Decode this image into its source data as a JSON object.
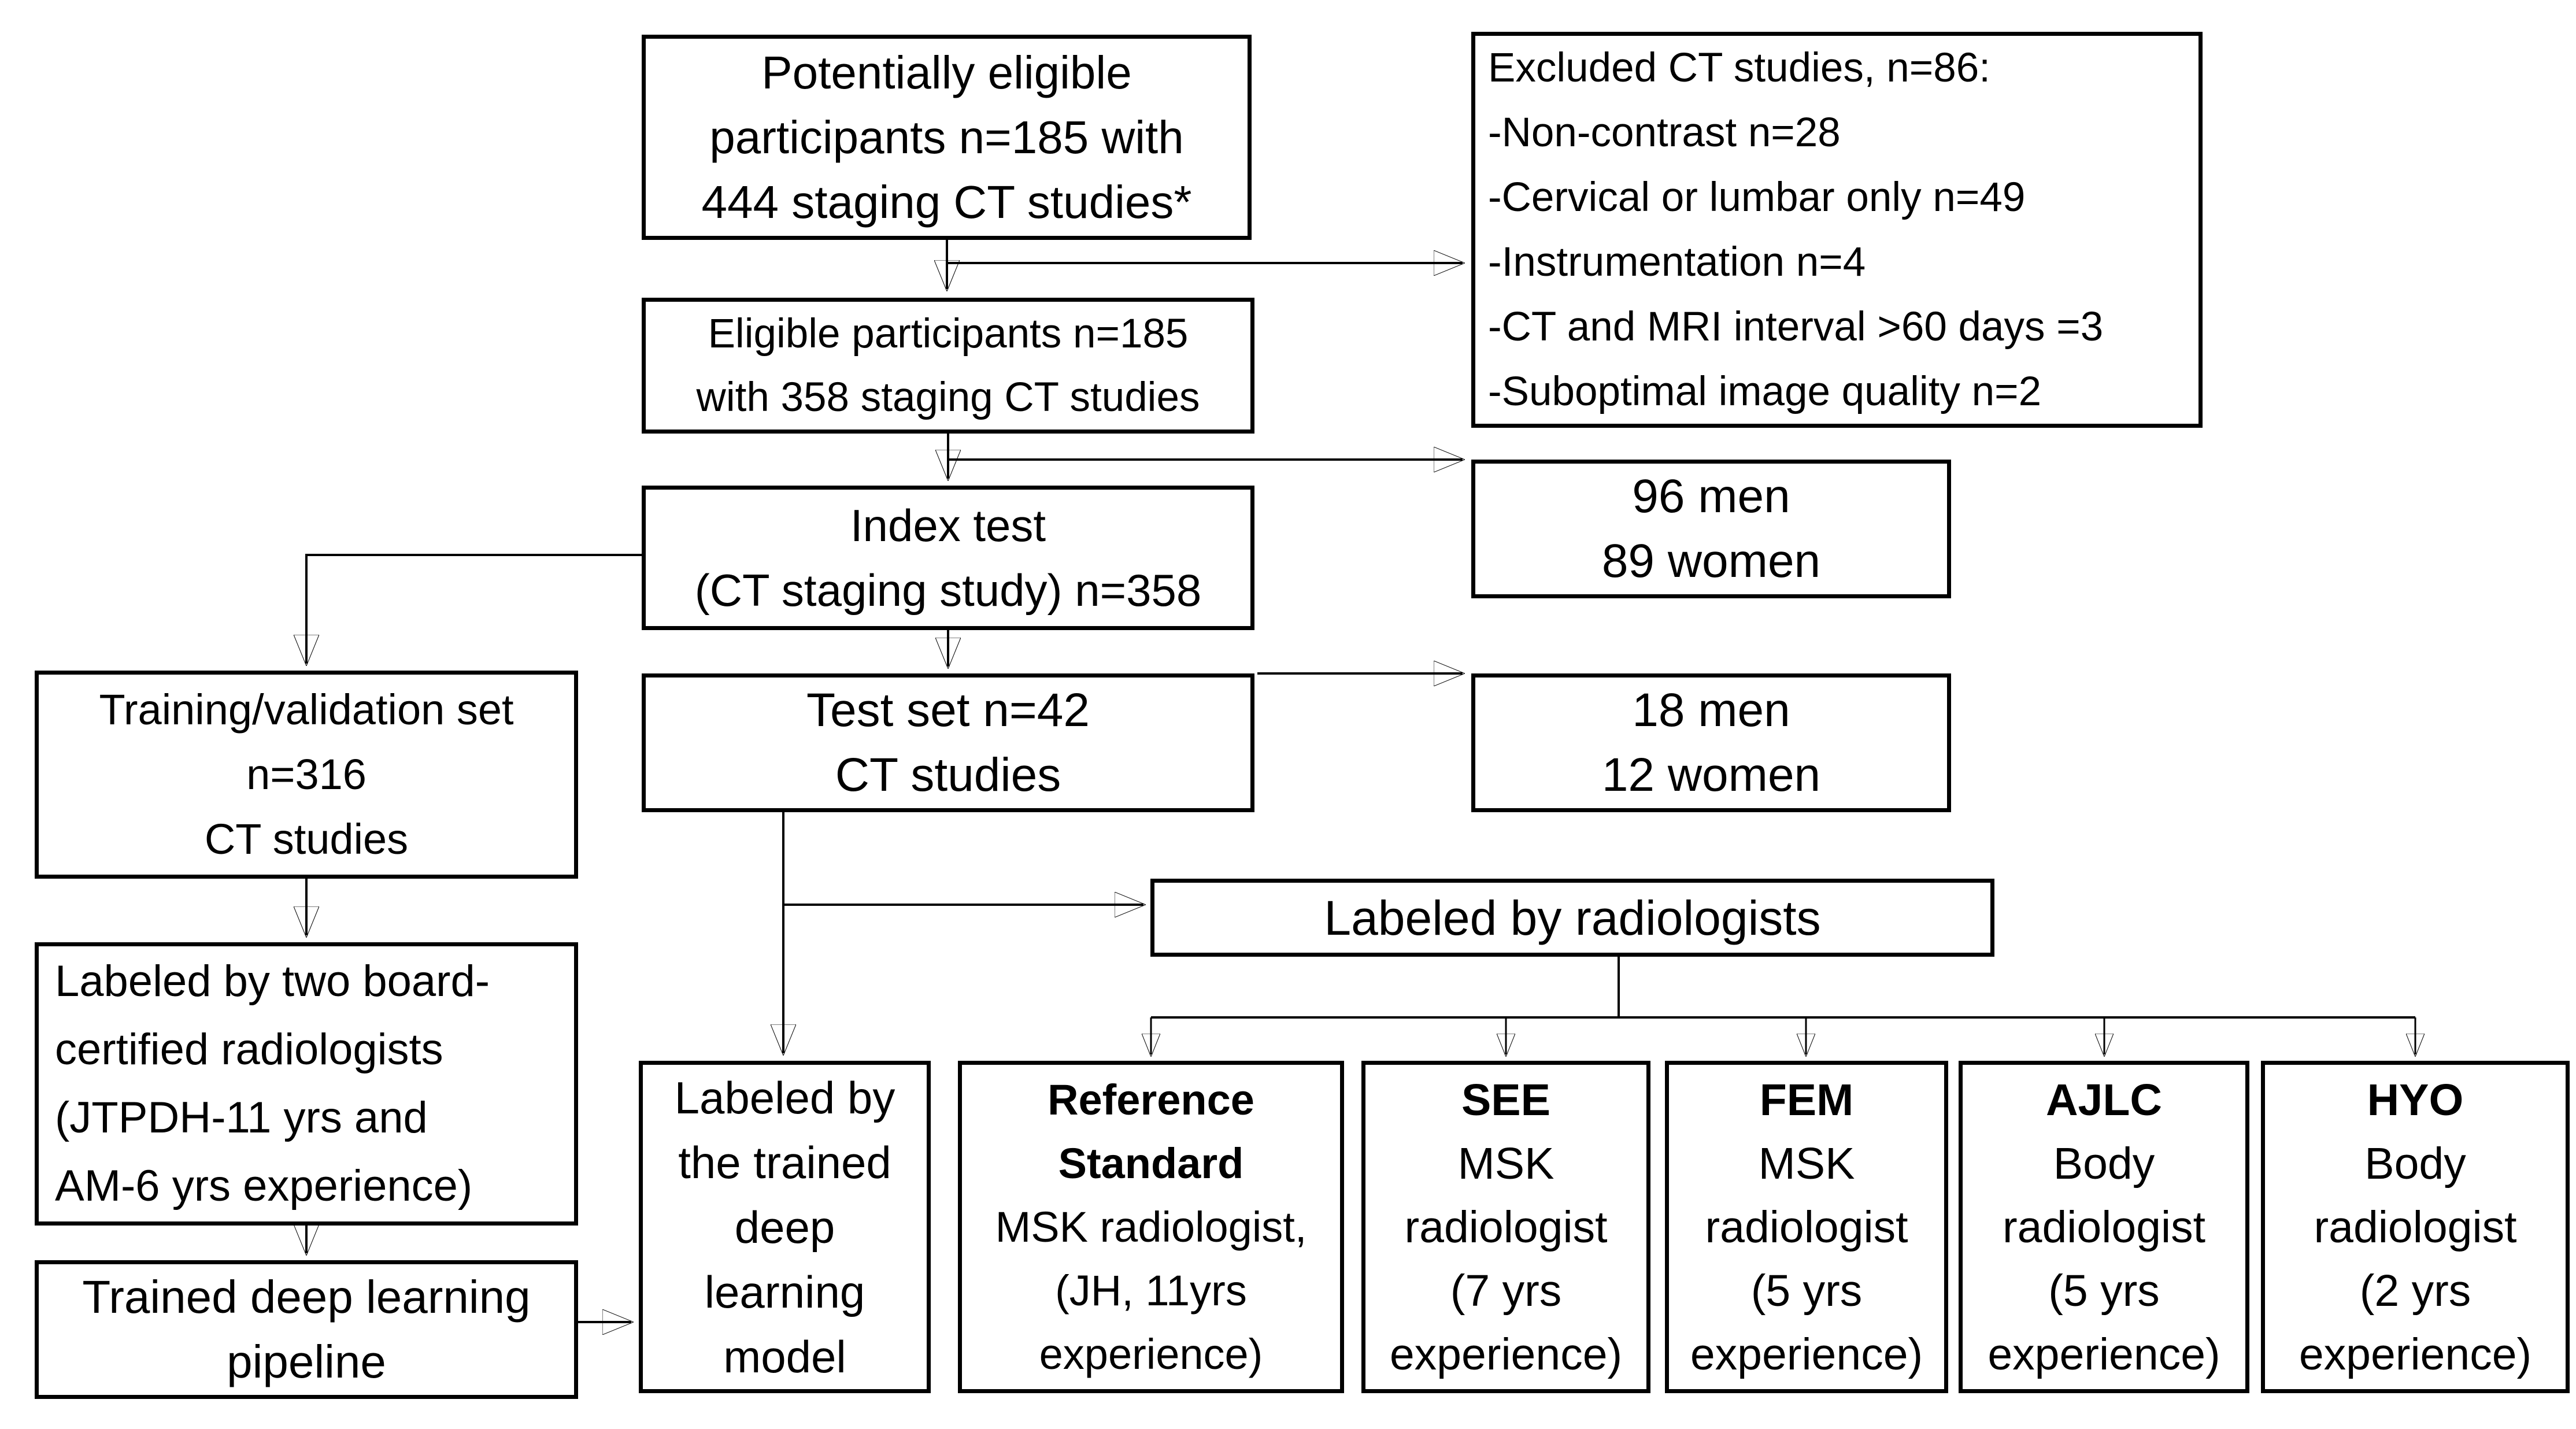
{
  "figure": {
    "background_color": "#ffffff",
    "line_color": "#000000",
    "box_fill": "#ffffff"
  },
  "boxes": {
    "potentially_eligible": {
      "text": "Potentially eligible\nparticipants n=185 with\n444 staging CT studies*"
    },
    "excluded": {
      "text": "Excluded CT studies, n=86:\n-Non-contrast n=28\n-Cervical or lumbar only n=49\n-Instrumentation n=4\n-CT and MRI interval >60 days =3\n-Suboptimal image quality n=2"
    },
    "eligible": {
      "text": "Eligible participants n=185\nwith 358 staging CT studies"
    },
    "index_test": {
      "text": "Index test\n(CT staging study) n=358"
    },
    "demographics_full": {
      "text": "96 men\n89 women"
    },
    "training_validation": {
      "text": "Training/validation set\nn=316\nCT studies"
    },
    "test_set": {
      "text": "Test set n=42\nCT studies"
    },
    "demographics_test": {
      "text": "18 men\n12 women"
    },
    "labeled_by_radiologists": {
      "text": "Labeled by radiologists"
    },
    "labeled_by_board": {
      "text": "Labeled by two board-\ncertified radiologists\n(JTPDH-11 yrs and\nAM-6 yrs experience)"
    },
    "pipeline": {
      "text": "Trained deep learning\npipeline"
    },
    "dl_model": {
      "text": "Labeled by\nthe trained\ndeep\nlearning\nmodel"
    },
    "reference_standard": {
      "title": "Reference\nStandard",
      "text": "MSK radiologist,\n(JH, 11yrs\nexperience)"
    },
    "reader_see": {
      "title": "SEE",
      "text": "MSK\nradiologist\n(7 yrs\nexperience)"
    },
    "reader_fem": {
      "title": "FEM",
      "text": "MSK\nradiologist\n(5 yrs\nexperience)"
    },
    "reader_ajlc": {
      "title": "AJLC",
      "text": "Body\nradiologist\n(5 yrs\nexperience)"
    },
    "reader_hyo": {
      "title": "HYO",
      "text": "Body\nradiologist\n(2 yrs\nexperience)"
    }
  }
}
